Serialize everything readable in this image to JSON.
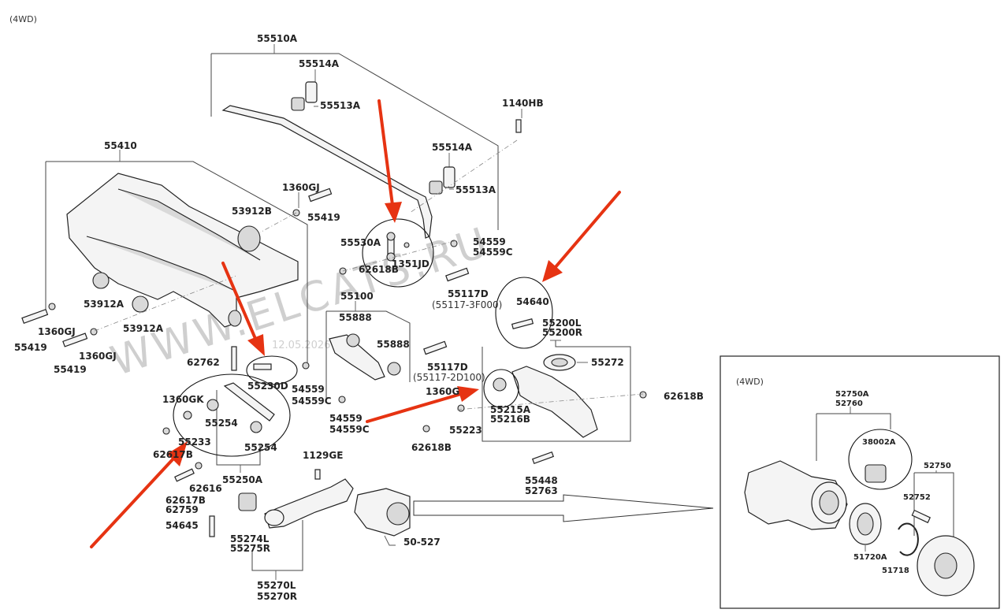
{
  "header": {
    "variant": "(4WD)"
  },
  "inset": {
    "variant": "(4WD)"
  },
  "watermark": {
    "text": "WWW.ELCATS.RU",
    "date": "12.05.2026"
  },
  "labels": {
    "p55510A": "55510A",
    "p55514A_1": "55514A",
    "p55513A_1": "55513A",
    "p1140HB": "1140HB",
    "p55514A_2": "55514A",
    "p55513A_2": "55513A",
    "p55410": "55410",
    "p1360GJ_1": "1360GJ",
    "p53912B": "53912B",
    "p55419_1": "55419",
    "p55530A": "55530A",
    "p54559_1": "54559",
    "p54559C_1": "54559C",
    "p1351JD": "1351JD",
    "p62618B_1": "62618B",
    "p55117D_1": "55117D",
    "p55117_3F000": "(55117-3F000)",
    "p53912A_1": "53912A",
    "p53912A_2": "53912A",
    "p55419_2": "55419",
    "p1360GJ_2": "1360GJ",
    "p1360GJ_3": "1360GJ",
    "p55419_3": "55419",
    "p55100": "55100",
    "p55888_1": "55888",
    "p55888_2": "55888",
    "p54640": "54640",
    "p55200L": "55200L",
    "p55200R": "55200R",
    "p55272": "55272",
    "p62762": "62762",
    "p55230D": "55230D",
    "p54559_2": "54559",
    "p54559C_2": "54559C",
    "p55117D_2": "55117D",
    "p55117_2D100": "(55117-2D100)",
    "p1360G": "1360G",
    "p1360GK": "1360GK",
    "p55254_1": "55254",
    "p55233": "55233",
    "p62617B_1": "62617B",
    "p55254_2": "55254",
    "p54559_3": "54559",
    "p54559C_3": "54559C",
    "p55215A": "55215A",
    "p55216B": "55216B",
    "p55223": "55223",
    "p62618B_2": "62618B",
    "p62618B_3": "62618B",
    "p1129GE": "1129GE",
    "p55250A": "55250A",
    "p62616": "62616",
    "p62617B_2": "62617B",
    "p62759": "62759",
    "p54645": "54645",
    "p55274L": "55274L",
    "p55275R": "55275R",
    "p50_527": "50-527",
    "p55448": "55448",
    "p52763": "52763",
    "p55270L": "55270L",
    "p55270R": "55270R",
    "i52750A": "52750A",
    "i52760": "52760",
    "i38002A": "38002A",
    "i52750": "52750",
    "i52752": "52752",
    "i51720A": "51720A",
    "i51718": "51718"
  },
  "colors": {
    "arrow": "#e63312",
    "line": "#222222",
    "watermark": "#cfcfcf"
  }
}
